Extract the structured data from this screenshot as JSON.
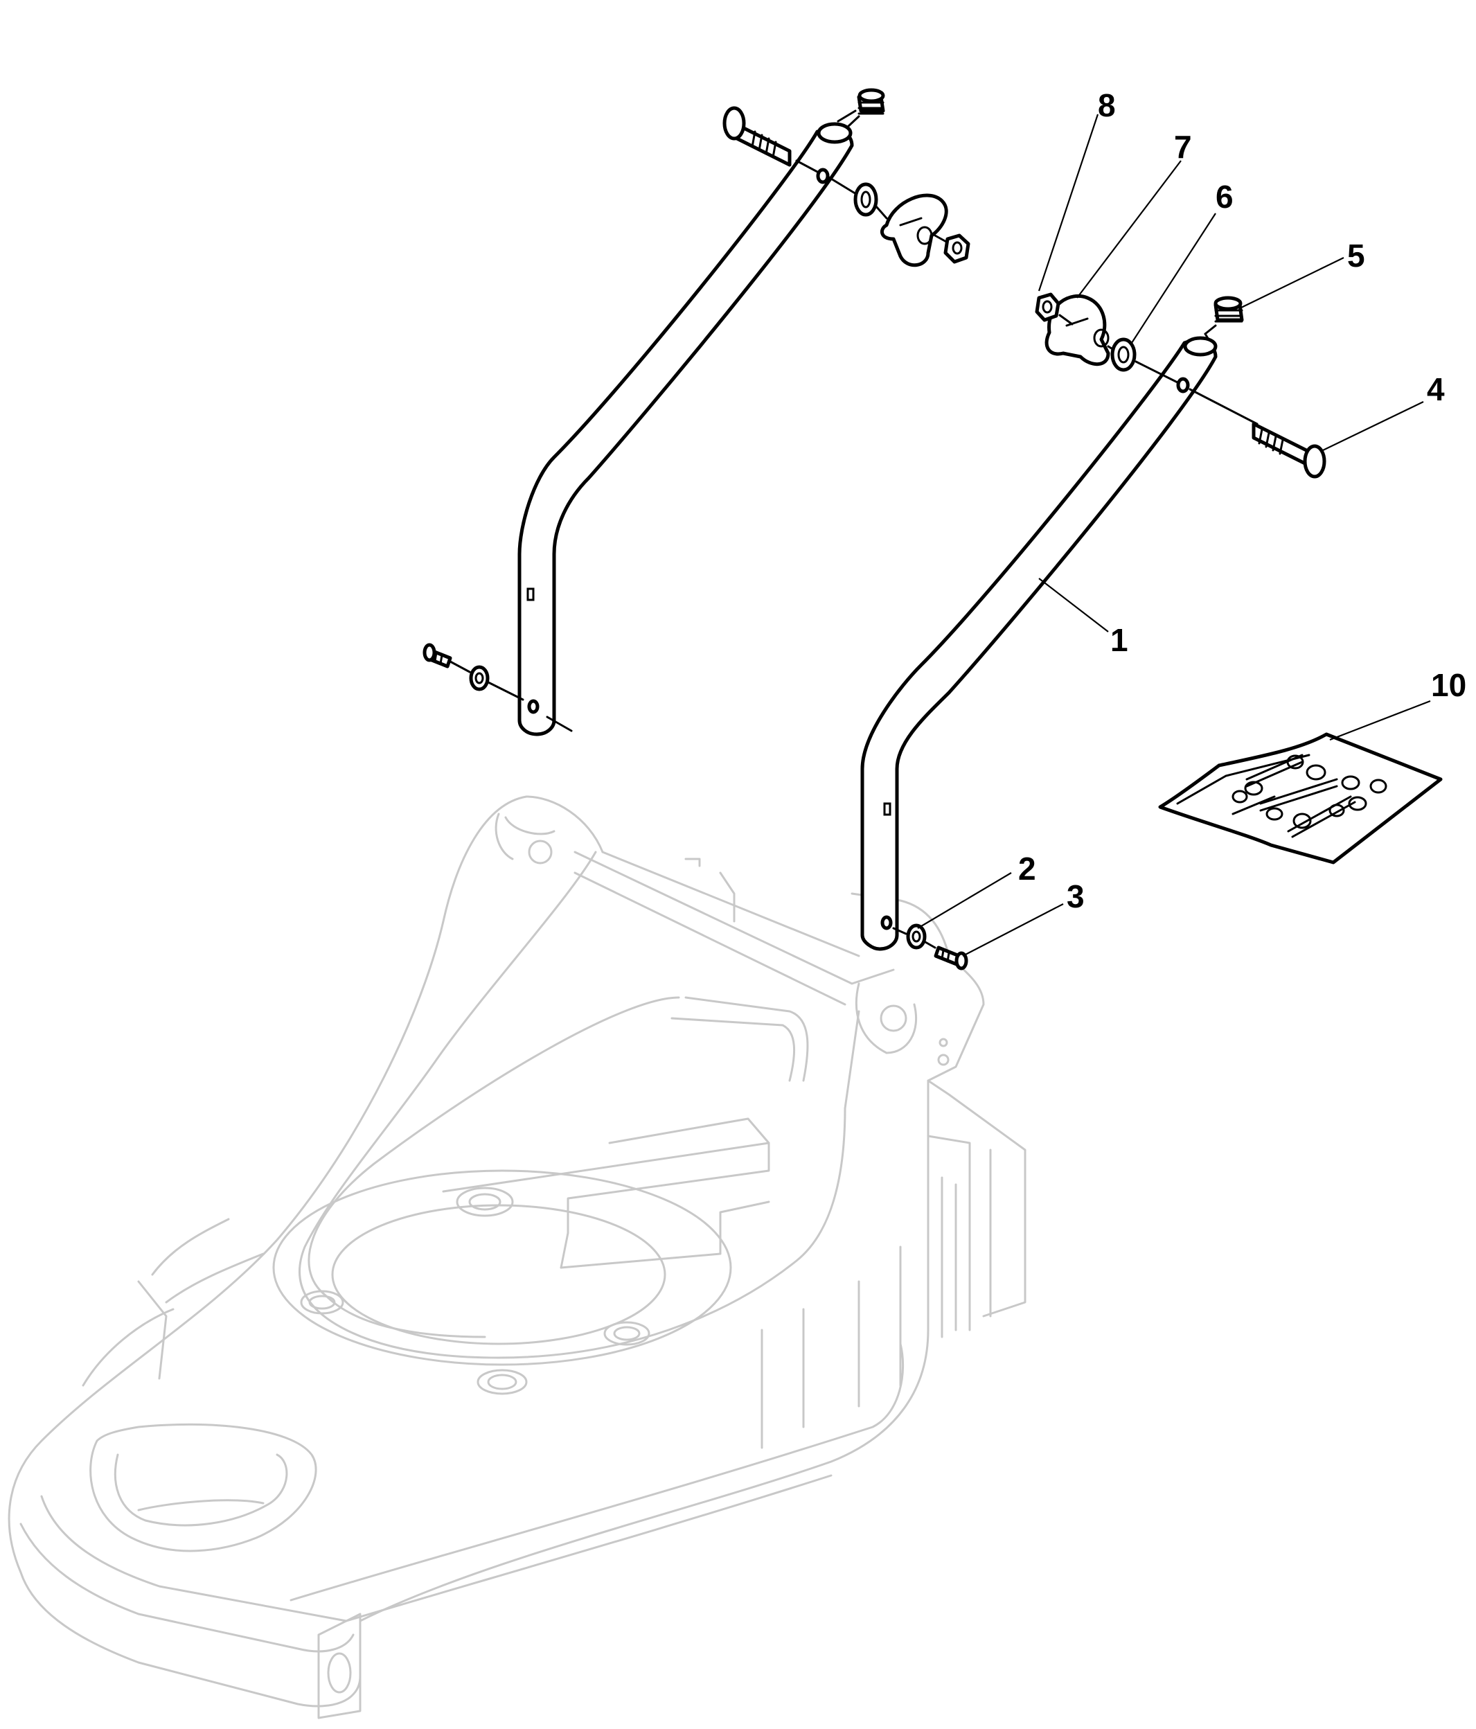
{
  "callouts": [
    {
      "id": "1",
      "label": "1"
    },
    {
      "id": "2",
      "label": "2"
    },
    {
      "id": "3",
      "label": "3"
    },
    {
      "id": "4",
      "label": "4"
    },
    {
      "id": "5",
      "label": "5"
    },
    {
      "id": "6",
      "label": "6"
    },
    {
      "id": "7",
      "label": "7"
    },
    {
      "id": "8",
      "label": "8"
    },
    {
      "id": "10",
      "label": "10"
    }
  ],
  "colors": {
    "parts": "#000000",
    "deck_outline": "#c8c8c8",
    "background": "#ffffff"
  }
}
